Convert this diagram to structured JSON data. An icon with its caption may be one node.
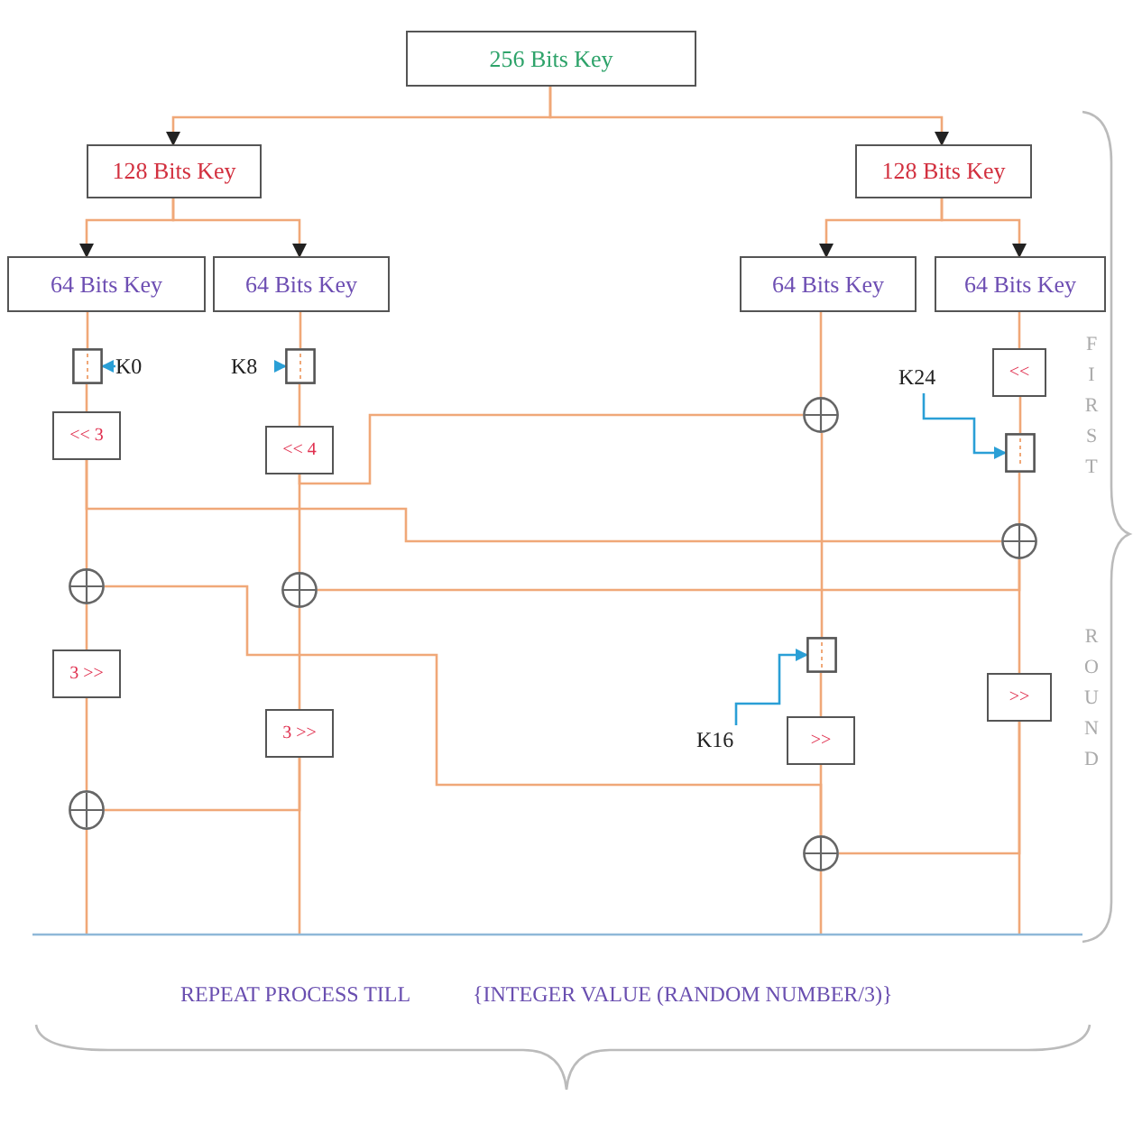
{
  "diagram": {
    "nodes": [
      {
        "text": [
          "256 Bits Key"
        ]
      },
      {
        "text": [
          "128 Bits Key"
        ]
      },
      {
        "text": [
          "128 Bits Key"
        ]
      },
      {
        "text": [
          "64 Bits Key"
        ]
      },
      {
        "text": [
          "64 Bits Key"
        ]
      },
      {
        "text": [
          "64 Bits Key"
        ]
      },
      {
        "text": [
          "64 Bits Key"
        ]
      },
      {
        "text": [],
        "shape": "box"
      },
      {
        "text": [
          "K0"
        ]
      },
      {
        "text": [],
        "shape": "box"
      },
      {
        "text": [
          "K8"
        ]
      },
      {
        "text": [
          "<< 3"
        ]
      },
      {
        "text": [
          "<< 4"
        ]
      },
      {
        "text": [],
        "shape": "circle"
      },
      {
        "text": [
          "<<"
        ]
      },
      {
        "text": [
          "K24"
        ]
      },
      {
        "text": [],
        "shape": "box"
      },
      {
        "text": [],
        "shape": "circle"
      },
      {
        "text": [],
        "shape": "circle"
      },
      {
        "text": [],
        "shape": "circle"
      },
      {
        "text": [
          "3 >>"
        ]
      },
      {
        "text": [
          "3 >>"
        ]
      },
      {
        "text": [],
        "shape": "box"
      },
      {
        "text": [
          "K16"
        ]
      },
      {
        "text": [
          ">>"
        ]
      },
      {
        "text": [
          ">>"
        ]
      },
      {
        "text": [],
        "shape": "circle"
      },
      {
        "text": [],
        "shape": "circle"
      }
    ],
    "edges": [
      {
        "from": 0,
        "to": 1,
        "arrow": "to"
      },
      {
        "from": 0,
        "to": 2,
        "arrow": "to"
      },
      {
        "from": 1,
        "to": 3,
        "arrow": "to"
      },
      {
        "from": 1,
        "to": 4,
        "arrow": "to"
      },
      {
        "from": 2,
        "to": 5,
        "arrow": "to"
      },
      {
        "from": 2,
        "to": 6,
        "arrow": "to"
      },
      {
        "from": 3,
        "to": 7,
        "arrow": "none"
      },
      {
        "from": 8,
        "to": 7,
        "arrow": "to",
        "color": "#2a9fd6"
      },
      {
        "from": 7,
        "to": 11,
        "arrow": "none"
      },
      {
        "from": 11,
        "to": 18,
        "arrow": "none"
      },
      {
        "from": 18,
        "to": 20,
        "arrow": "none"
      },
      {
        "from": 20,
        "to": 26,
        "arrow": "none"
      },
      {
        "from": 4,
        "to": 9,
        "arrow": "none"
      },
      {
        "from": 10,
        "to": 9,
        "arrow": "to",
        "color": "#2a9fd6"
      },
      {
        "from": 9,
        "to": 12,
        "arrow": "none"
      },
      {
        "from": 12,
        "to": 19,
        "arrow": "none"
      },
      {
        "from": 19,
        "to": 21,
        "arrow": "none"
      },
      {
        "from": 5,
        "to": 13,
        "arrow": "none"
      },
      {
        "from": 13,
        "to": 22,
        "arrow": "none"
      },
      {
        "from": 23,
        "to": 22,
        "arrow": "to",
        "color": "#2a9fd6"
      },
      {
        "from": 22,
        "to": 24,
        "arrow": "none"
      },
      {
        "from": 24,
        "to": 27,
        "arrow": "none"
      },
      {
        "from": 6,
        "to": 14,
        "arrow": "none"
      },
      {
        "from": 14,
        "to": 16,
        "arrow": "none"
      },
      {
        "from": 15,
        "to": 16,
        "arrow": "to",
        "color": "#2a9fd6"
      },
      {
        "from": 16,
        "to": 17,
        "arrow": "none"
      },
      {
        "from": 17,
        "to": 25,
        "arrow": "none"
      },
      {
        "from": 12,
        "to": 13,
        "arrow": "none"
      },
      {
        "from": 11,
        "to": 17,
        "arrow": "none"
      },
      {
        "from": 18,
        "to": 27,
        "arrow": "none"
      },
      {
        "from": 17,
        "to": 19,
        "arrow": "none"
      },
      {
        "from": 21,
        "to": 26,
        "arrow": "none"
      },
      {
        "from": 25,
        "to": 27,
        "arrow": "none"
      }
    ],
    "labels": [
      "FIRST",
      "ROUND",
      "REPEAT PROCESS TILL",
      "{INTEGER VALUE (RANDOM NUMBER/3)}"
    ]
  }
}
